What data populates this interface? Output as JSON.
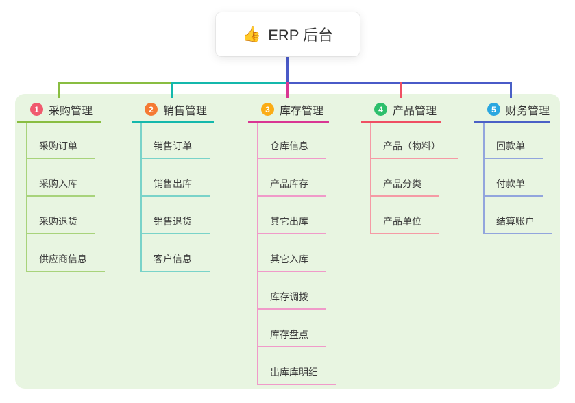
{
  "root": {
    "icon": "👍",
    "label": "ERP 后台"
  },
  "colors": {
    "page_bg": "#ffffff",
    "panel_bg": "#e8f5e1",
    "root_line": "#4a5ac8",
    "text_primary": "#333333"
  },
  "branches": [
    {
      "badge": "1",
      "label": "采购管理",
      "badge_color": "#f05a6e",
      "line_color": "#89bd41",
      "light_color": "#a8d37b",
      "children": [
        "采购订单",
        "采购入库",
        "采购退货",
        "供应商信息"
      ]
    },
    {
      "badge": "2",
      "label": "销售管理",
      "badge_color": "#f57a33",
      "line_color": "#14b8ac",
      "light_color": "#79d3c9",
      "children": [
        "销售订单",
        "销售出库",
        "销售退货",
        "客户信息"
      ]
    },
    {
      "badge": "3",
      "label": "库存管理",
      "badge_color": "#fbac16",
      "line_color": "#d93693",
      "light_color": "#f09ac9",
      "children": [
        "仓库信息",
        "产品库存",
        "其它出库",
        "其它入库",
        "库存调拨",
        "库存盘点",
        "出库库明细"
      ]
    },
    {
      "badge": "4",
      "label": "产品管理",
      "badge_color": "#2dbf6c",
      "line_color": "#ef4f63",
      "light_color": "#f59aa5",
      "children": [
        "产品（物料）",
        "产品分类",
        "产品单位"
      ]
    },
    {
      "badge": "5",
      "label": "财务管理",
      "badge_color": "#2aa7e0",
      "line_color": "#4a60c6",
      "light_color": "#92a5dd",
      "children": [
        "回款单",
        "付款单",
        "结算账户"
      ]
    }
  ]
}
